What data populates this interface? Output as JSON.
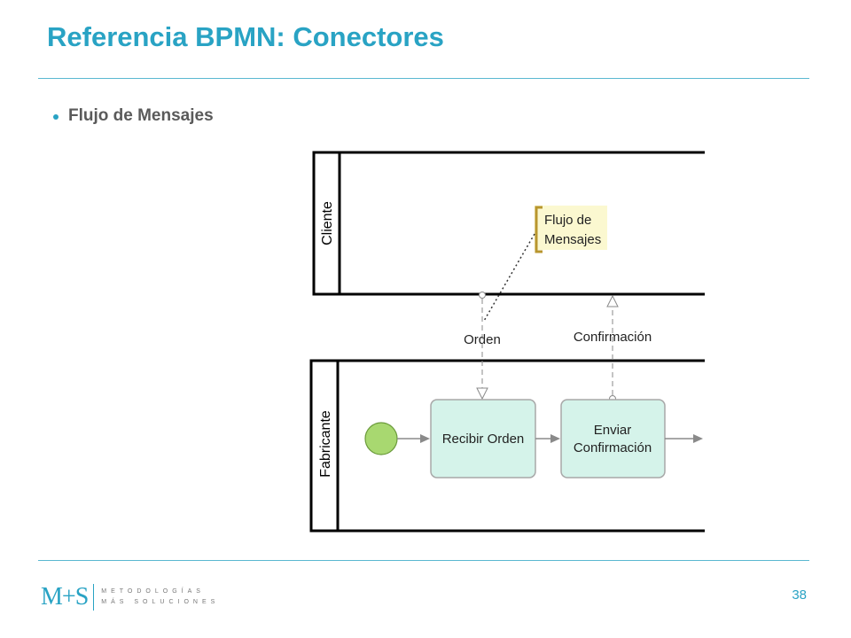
{
  "slide": {
    "title": "Referencia BPMN: Conectores",
    "bullet": "Flujo de Mensajes",
    "page_number": "38"
  },
  "diagram": {
    "pool_top_label": "Cliente",
    "pool_bottom_label": "Fabricante",
    "annotation_line1": "Flujo de",
    "annotation_line2": "Mensajes",
    "message_flow_1": "Orden",
    "message_flow_2": "Confirmación",
    "task_1": "Recibir Orden",
    "task_2_line1": "Enviar",
    "task_2_line2": "Confirmación"
  },
  "logo": {
    "mark": "M+S",
    "line1": "METODOLOGÍAS",
    "line2": "MÁS SOLUCIONES"
  },
  "colors": {
    "accent": "#29a3c4",
    "task_fill": "#d5f3ea",
    "start_event_fill": "#a8d870",
    "annotation_fill": "#fbf8d0",
    "annotation_bracket": "#b8962e"
  }
}
